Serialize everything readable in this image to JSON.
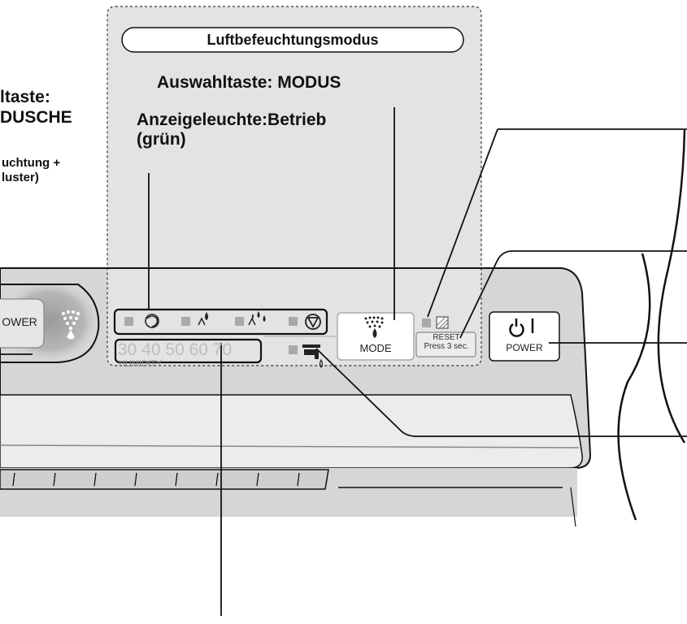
{
  "labels": {
    "mode_box_title": "Luftbefeuchtungsmodus",
    "select_button": "Auswahltaste: MODUS",
    "indicator_line1": "Anzeigeleuchte:Betrieb",
    "indicator_line2": "(grün)",
    "left_top_line1": "ltaste:",
    "left_top_line2": "DUSCHE",
    "left_small_line1": "uchtung +",
    "left_small_line2": "luster)"
  },
  "panel": {
    "power_left": "OWER",
    "mode_button": "MODE",
    "reset_line1": "RESET",
    "reset_line2": "Press 3 sec.",
    "power_button": "POWER",
    "humidity_values": "30 40 50 60 70",
    "humidity_caption": "HUMIDITY"
  },
  "icons": [
    "swirl-icon",
    "droplet-one-icon",
    "droplets-three-icon",
    "shower-icon",
    "mode-spray-icon",
    "filter-icon",
    "faucet-icon",
    "power-icon"
  ],
  "colors": {
    "panel_gray": "#d6d6d6",
    "highlight_gray": "#e3e3e3",
    "led_gray": "#a9a9a9"
  }
}
